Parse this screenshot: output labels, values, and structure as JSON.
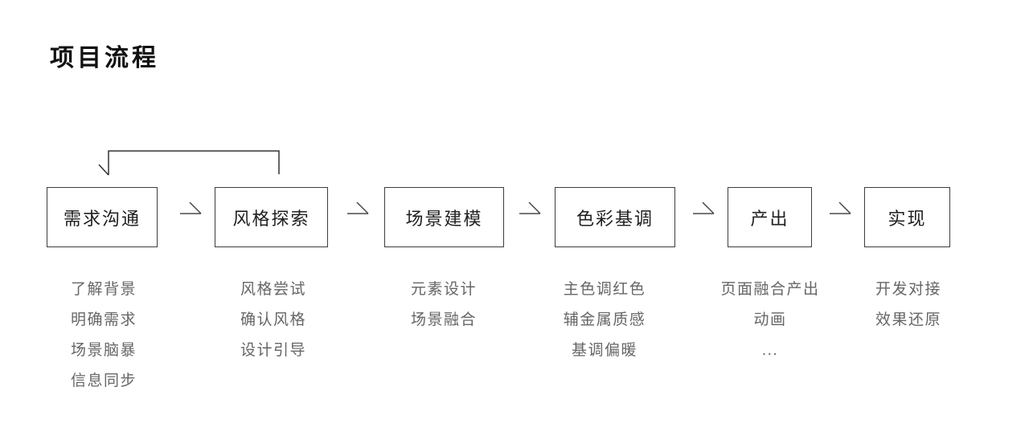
{
  "page": {
    "title": "项目流程"
  },
  "flow": {
    "stages": [
      {
        "label": "需求沟通",
        "items": [
          "了解背景",
          "明确需求",
          "场景脑暴",
          "信息同步"
        ]
      },
      {
        "label": "风格探索",
        "items": [
          "风格尝试",
          "确认风格",
          "设计引导"
        ]
      },
      {
        "label": "场景建模",
        "items": [
          "元素设计",
          "场景融合"
        ]
      },
      {
        "label": "色彩基调",
        "items": [
          "主色调红色",
          "辅金属质感",
          "基调偏暖"
        ]
      },
      {
        "label": "产出",
        "items": [
          "页面融合产出",
          "动画",
          "..."
        ]
      },
      {
        "label": "实现",
        "items": [
          "开发对接",
          "效果还原"
        ]
      }
    ],
    "connector_icon": "arrow-right",
    "feedback_loop": {
      "from": "风格探索",
      "to": "需求沟通",
      "direction": "back"
    }
  },
  "colors": {
    "background": "#ffffff",
    "title_text": "#111111",
    "box_border": "#3d3d3d",
    "box_label_text": "#1f1f1f",
    "note_text": "#666666",
    "arrow_stroke": "#4a4a4a",
    "loop_stroke": "#333333"
  }
}
